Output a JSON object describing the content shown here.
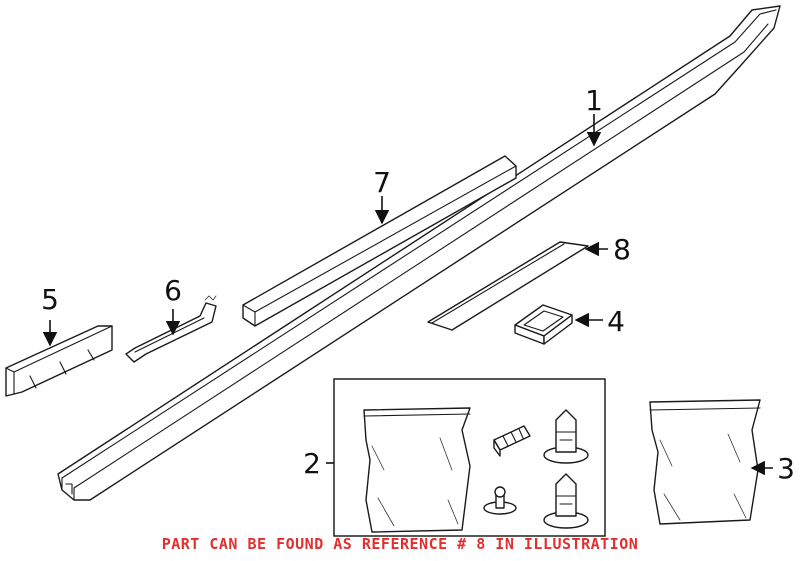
{
  "callouts": {
    "c1": "1",
    "c2": "2",
    "c3": "3",
    "c4": "4",
    "c5": "5",
    "c6": "6",
    "c7": "7",
    "c8": "8"
  },
  "note": "PART CAN BE FOUND AS REFERENCE # 8 IN ILLUSTRATION",
  "colors": {
    "line": "#1a1a1a",
    "note": "#e03030",
    "background": "#ffffff"
  }
}
